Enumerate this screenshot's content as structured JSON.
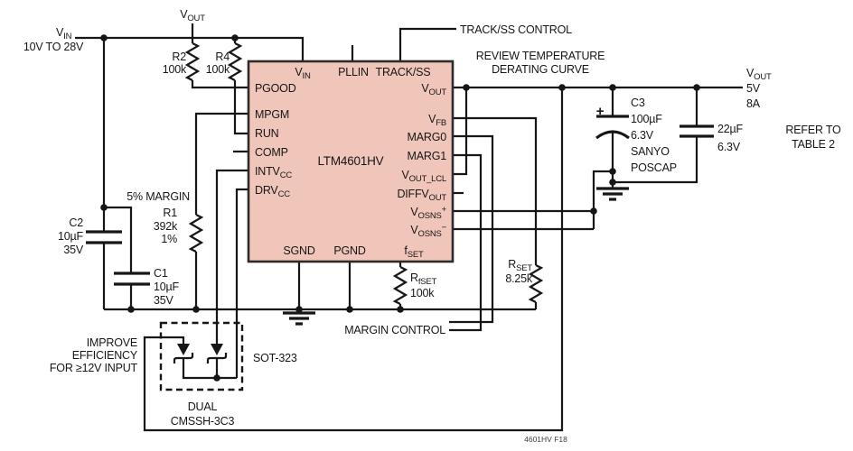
{
  "colors": {
    "ic_fill": "#f1c6ba",
    "wire": "#161616"
  },
  "figure": {
    "id": "4601HV F18"
  },
  "input": {
    "t": "V",
    "s": "IN",
    "range": "10V TO 28V"
  },
  "vout_node": {
    "t": "V",
    "s": "OUT"
  },
  "notes": {
    "track": "TRACK/SS CONTROL",
    "derate1": "REVIEW TEMPERATURE",
    "derate2": "DERATING CURVE",
    "margin": "5% MARGIN",
    "margin_ctrl": "MARGIN CONTROL",
    "improve1": "IMPROVE",
    "improve2": "EFFICIENCY",
    "improve3": "FOR ≥12V INPUT",
    "refer1": "REFER TO",
    "refer2": "TABLE 2"
  },
  "ic": {
    "part": "LTM4601HV",
    "top": [
      {
        "t": "V",
        "s": "IN"
      },
      {
        "t": "PLLIN"
      },
      {
        "t": "TRACK/SS"
      }
    ],
    "left": [
      {
        "t": "PGOOD"
      },
      {
        "t": "MPGM"
      },
      {
        "t": "RUN"
      },
      {
        "t": "COMP"
      },
      {
        "t": "INTV",
        "s": "CC"
      },
      {
        "t": "DRV",
        "s": "CC"
      }
    ],
    "right": [
      {
        "t": "V",
        "s": "OUT"
      },
      {
        "t": "V",
        "s": "FB"
      },
      {
        "t": "MARG0"
      },
      {
        "t": "MARG1"
      },
      {
        "t": "V",
        "s": "OUT_LCL"
      },
      {
        "t": "DIFFV",
        "s": "OUT"
      },
      {
        "t": "V",
        "s": "OSNS",
        "sup": "+"
      },
      {
        "t": "V",
        "s": "OSNS",
        "sup": "−"
      }
    ],
    "bottom": [
      {
        "t": "SGND"
      },
      {
        "t": "PGND"
      },
      {
        "t": "f",
        "s": "SET"
      }
    ]
  },
  "r1": {
    "ref": "R1",
    "val": "392k",
    "tol": "1%"
  },
  "r2": {
    "ref": "R2",
    "val": "100k"
  },
  "r4": {
    "ref": "R4",
    "val": "100k"
  },
  "rfset": {
    "t": "R",
    "s": "fSET",
    "val": "100k"
  },
  "rset": {
    "t": "R",
    "s": "SET",
    "val": "8.25k"
  },
  "c1": {
    "ref": "C1",
    "val": "10µF",
    "v": "35V"
  },
  "c2": {
    "ref": "C2",
    "val": "10µF",
    "v": "35V"
  },
  "c3": {
    "ref": "C3",
    "val": "100µF",
    "v": "6.3V",
    "mfr": "SANYO",
    "series": "POSCAP"
  },
  "c3_plus": "+",
  "c22": {
    "val": "22µF",
    "v": "6.3V"
  },
  "output": {
    "t": "V",
    "s": "OUT",
    "spec1": "5V",
    "spec2": "8A"
  },
  "diode": {
    "pkg": "SOT-323",
    "line1": "DUAL",
    "line2": "CMSSH-3C3"
  }
}
